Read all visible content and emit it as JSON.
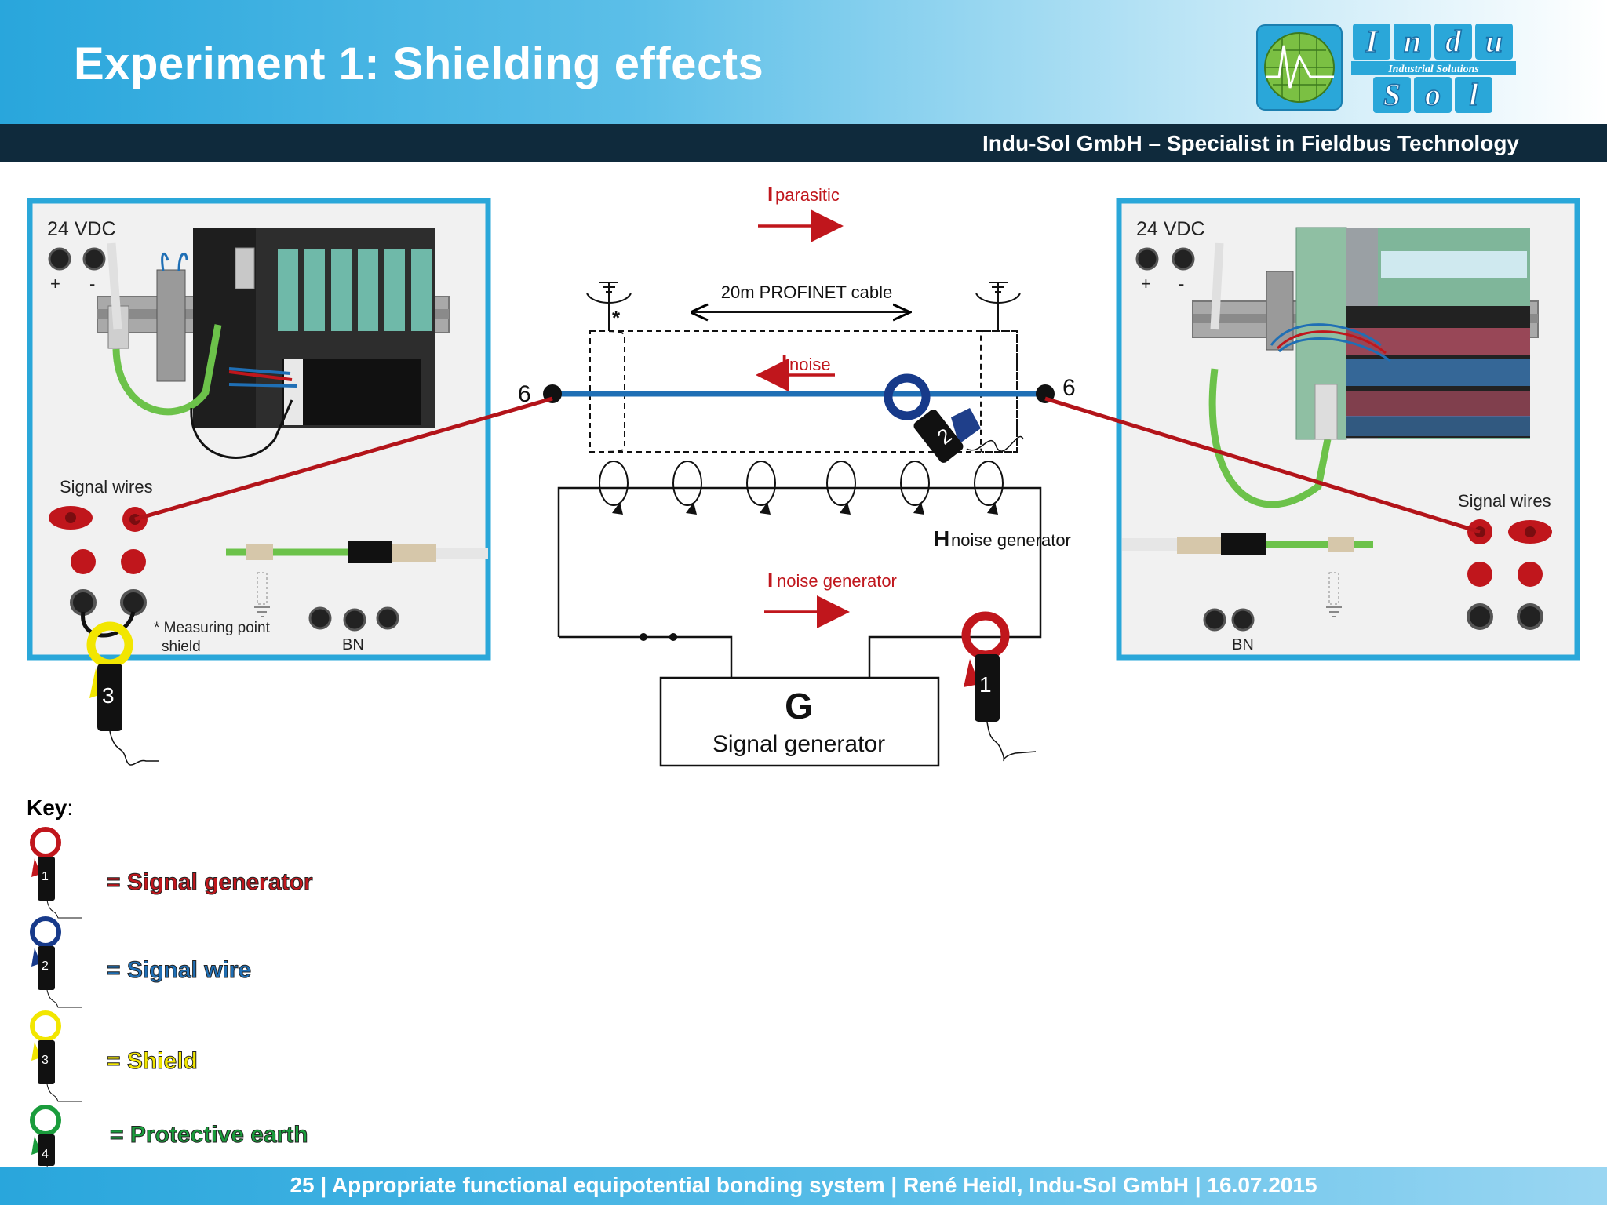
{
  "header": {
    "title": "Experiment 1: Shielding effects",
    "tagline": "Indu-Sol GmbH – Specialist in Fieldbus Technology",
    "logo": {
      "top_text": "Indu",
      "middle_text": "Industrial Solutions",
      "bottom_text": "Sol",
      "icon": "oscilloscope-globe-icon"
    }
  },
  "diagram": {
    "left_panel": {
      "supply": "24 VDC",
      "plus": "+",
      "minus": "-",
      "signal_wires": "Signal wires",
      "measuring_note_line1": "* Measuring point",
      "measuring_note_line2": "shield",
      "bn": "BN"
    },
    "right_panel": {
      "supply": "24 VDC",
      "plus": "+",
      "minus": "-",
      "signal_wires": "Signal wires",
      "bn": "BN"
    },
    "currents": {
      "parasitic_i": "I",
      "parasitic_sub": "parasitic",
      "noise_i": "I",
      "noise_sub": "noise",
      "noise_gen_i": "I",
      "noise_gen_sub": "noise generator",
      "h_field_h": "H",
      "h_field_sub": "noise generator"
    },
    "cable_label": "20m PROFINET cable",
    "asterisk": "*",
    "node_left": "6",
    "node_right": "6",
    "generator_symbol": "G",
    "generator_label": "Signal generator",
    "clamps": {
      "clamp1": "1",
      "clamp2": "2",
      "clamp3": "3"
    }
  },
  "key": {
    "title": "Key",
    "colon": ":",
    "items": [
      {
        "number": "1",
        "label": "= Signal generator",
        "color": "#c0161c"
      },
      {
        "number": "2",
        "label": "= Signal wire",
        "color": "#1f6fb5"
      },
      {
        "number": "3",
        "label": "= Shield",
        "color": "#f2e600"
      },
      {
        "number": "4",
        "label": "= Protective earth",
        "color": "#1a9c3c"
      }
    ]
  },
  "footer": {
    "text": "25 | Appropriate functional equipotential bonding system | René Heidl, Indu-Sol GmbH | 16.07.2015"
  }
}
